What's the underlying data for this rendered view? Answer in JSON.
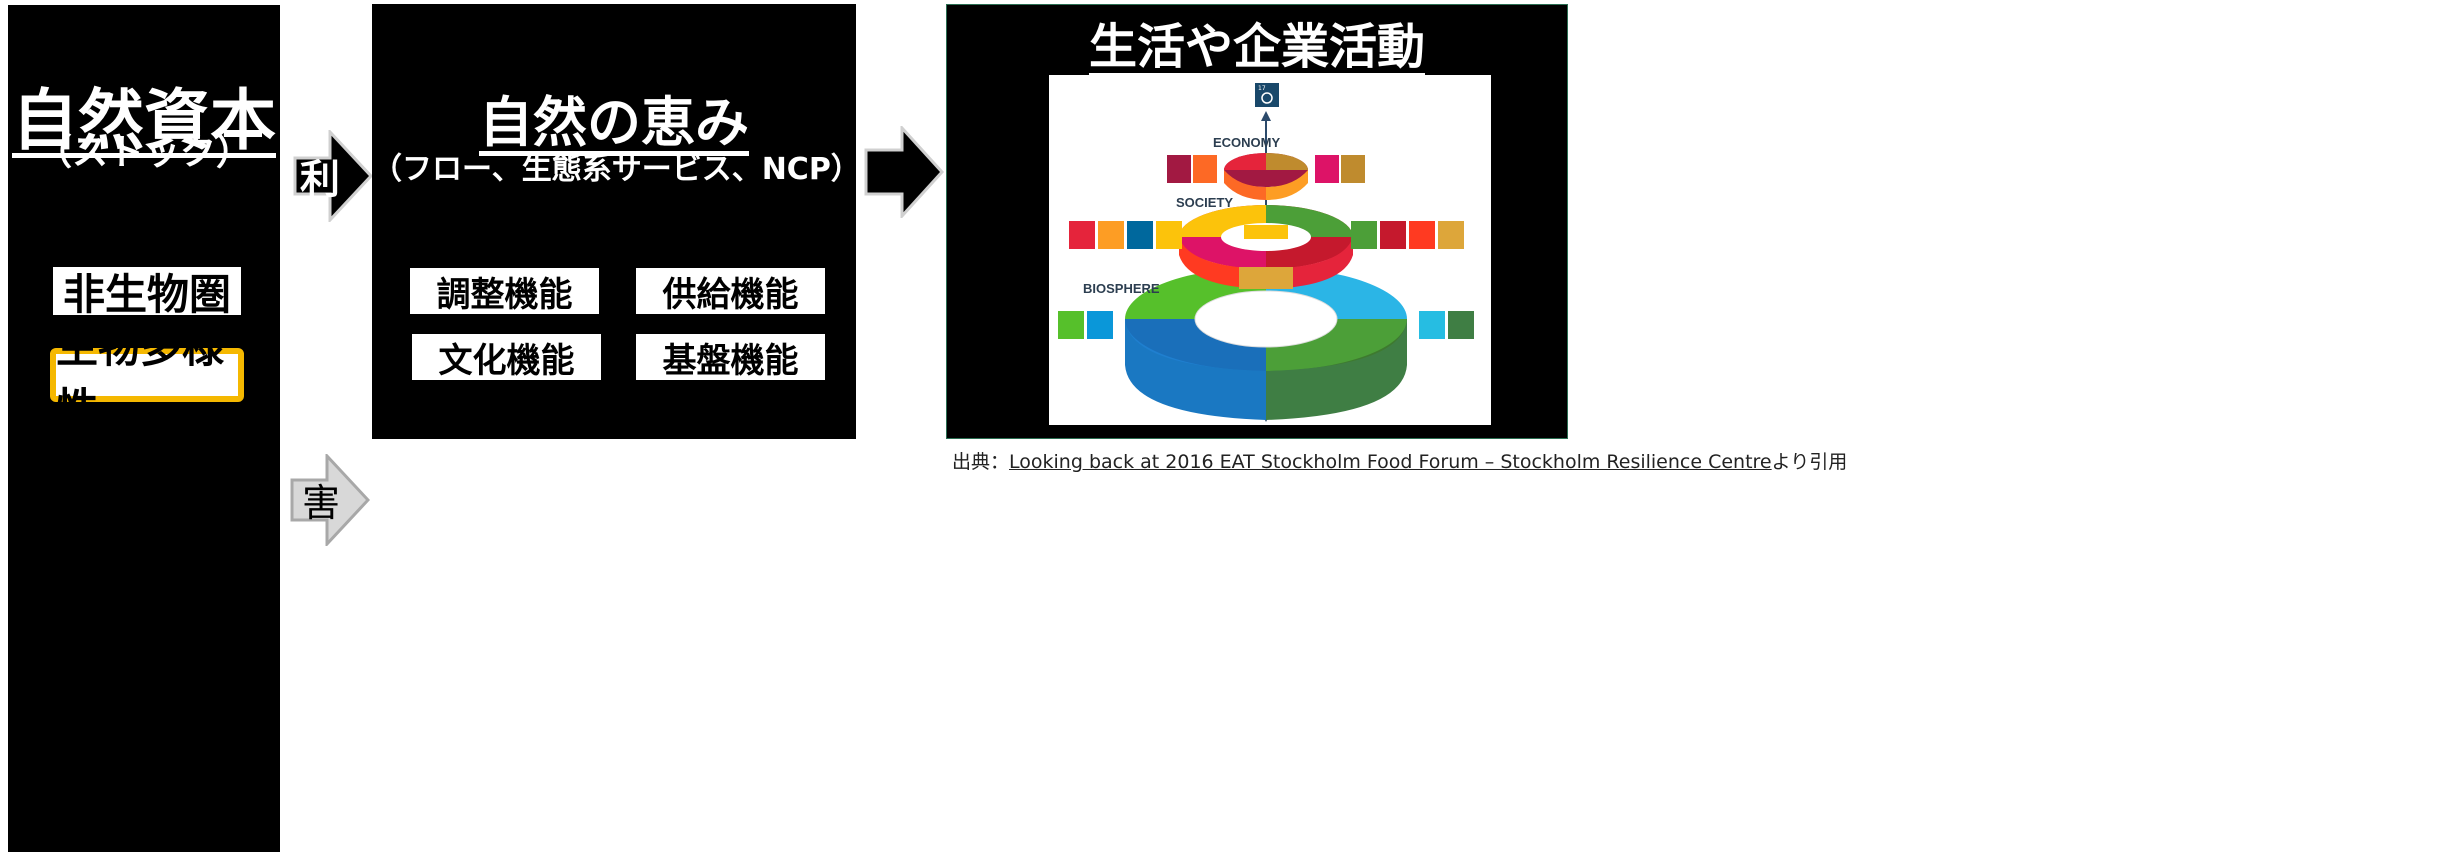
{
  "left_panel": {
    "title": "自然資本",
    "subtitle": "（ストック）",
    "items": [
      "非生物圏",
      "生物多様性"
    ],
    "highlight_color": "#F5B800"
  },
  "arrows": {
    "benefit_label": "利",
    "harm_label": "害"
  },
  "middle_panel": {
    "title": "自然の恵み",
    "subtitle": "（フロー、生態系サービス、NCP）",
    "functions": [
      "調整機能",
      "供給機能",
      "文化機能",
      "基盤機能"
    ]
  },
  "right_panel": {
    "title": "生活や企業活動",
    "figure": {
      "labels": [
        "ECONOMY",
        "SOCIETY",
        "BIOSPHERE"
      ],
      "top_number": "17"
    }
  },
  "caption": {
    "prefix": "出典：",
    "link_text": "Looking back at 2016 EAT Stockholm Food Forum – Stockholm Resilience Centre",
    "suffix": "より引用"
  }
}
